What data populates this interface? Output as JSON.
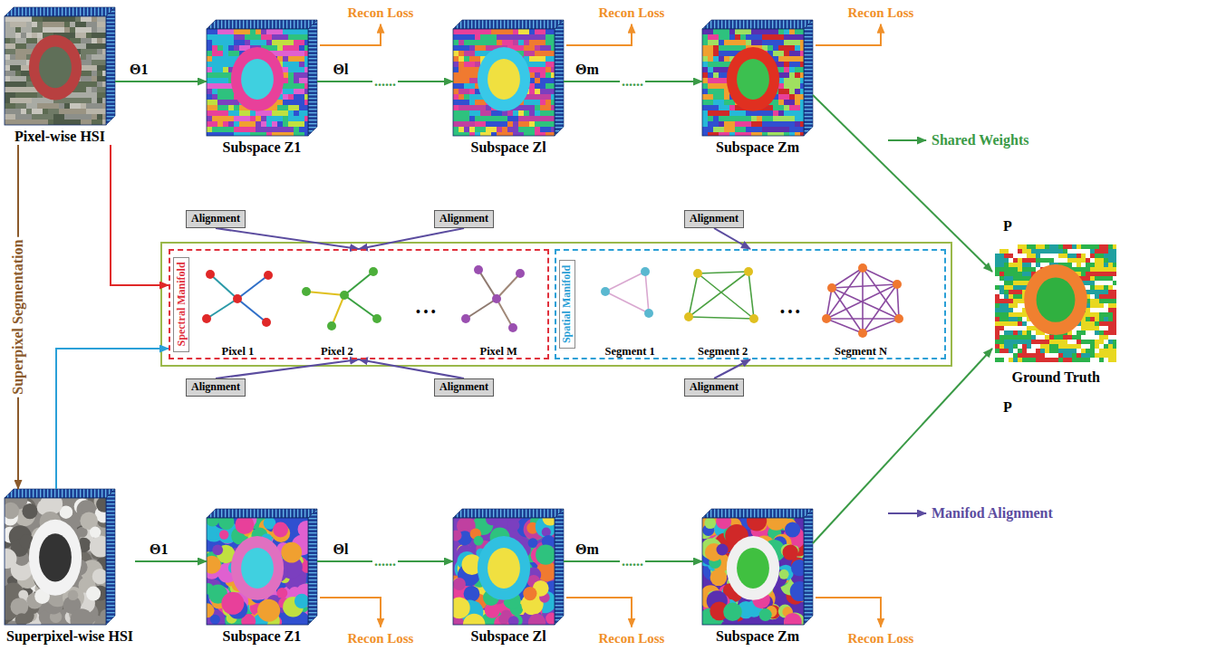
{
  "diagram": {
    "nodes": [
      {
        "text": [
          "Pixel-wise HSI"
        ]
      },
      {
        "text": [
          "Subspace Z1"
        ]
      },
      {
        "text": [
          "Subspace Zl"
        ]
      },
      {
        "text": [
          "Subspace Zm"
        ]
      },
      {
        "text": [
          "Superpixel-wise HSI"
        ]
      },
      {
        "text": [
          "Subspace Z1"
        ]
      },
      {
        "text": [
          "Subspace Zl"
        ]
      },
      {
        "text": [
          "Subspace Zm"
        ]
      },
      {
        "text": [
          "Ground Truth"
        ]
      },
      {
        "text": [
          "Spectral Manifold"
        ]
      },
      {
        "text": [
          "Pixel 1"
        ],
        "in": 9
      },
      {
        "text": [
          "Pixel 2"
        ],
        "in": 9
      },
      {
        "text": [
          "Pixel M"
        ],
        "in": 9
      },
      {
        "text": [
          "Spatial Manifold"
        ]
      },
      {
        "text": [
          "Segment 1"
        ],
        "in": 13
      },
      {
        "text": [
          "Segment 2"
        ],
        "in": 13
      },
      {
        "text": [
          "Segment N"
        ],
        "in": 13
      },
      {
        "text": [
          "Alignment"
        ]
      },
      {
        "text": [
          "Alignment"
        ]
      },
      {
        "text": [
          "Alignment"
        ]
      },
      {
        "text": [
          "Alignment"
        ]
      },
      {
        "text": [
          "Alignment"
        ]
      },
      {
        "text": [
          "Alignment"
        ]
      }
    ],
    "edges": [
      {
        "from": 0,
        "to": 1,
        "arrow": "to",
        "label": "Θ1"
      },
      {
        "from": 1,
        "to": 2,
        "arrow": "to",
        "label": "Θl"
      },
      {
        "from": 2,
        "to": 3,
        "arrow": "to",
        "label": "Θm"
      },
      {
        "from": 4,
        "to": 5,
        "arrow": "to",
        "label": "Θ1"
      },
      {
        "from": 5,
        "to": 6,
        "arrow": "to",
        "label": "Θl"
      },
      {
        "from": 6,
        "to": 7,
        "arrow": "to",
        "label": "Θm"
      },
      {
        "from": 3,
        "to": 8,
        "arrow": "to",
        "label": "P"
      },
      {
        "from": 7,
        "to": 8,
        "arrow": "to",
        "label": "P"
      },
      {
        "from": 0,
        "to": 4,
        "arrow": "to",
        "label": "Superpixel Segmentation"
      },
      {
        "from": 0,
        "to": 9,
        "arrow": "to"
      },
      {
        "from": 4,
        "to": 9,
        "arrow": "to"
      },
      {
        "from": 17,
        "to": 9,
        "arrow": "to"
      },
      {
        "from": 18,
        "to": 9,
        "arrow": "to"
      },
      {
        "from": 19,
        "to": 13,
        "arrow": "to"
      },
      {
        "from": 20,
        "to": 9,
        "arrow": "to"
      },
      {
        "from": 21,
        "to": 9,
        "arrow": "to"
      },
      {
        "from": 22,
        "to": 13,
        "arrow": "to"
      }
    ],
    "labels": [
      "Recon Loss",
      "Recon Loss",
      "Recon Loss",
      "Recon Loss",
      "Recon Loss",
      "Recon Loss",
      "......",
      "......",
      "......",
      "......",
      "• • •",
      "• • •"
    ],
    "legend": [
      {
        "text": "Shared Weights"
      },
      {
        "text": "Manifod Alignment"
      }
    ]
  }
}
